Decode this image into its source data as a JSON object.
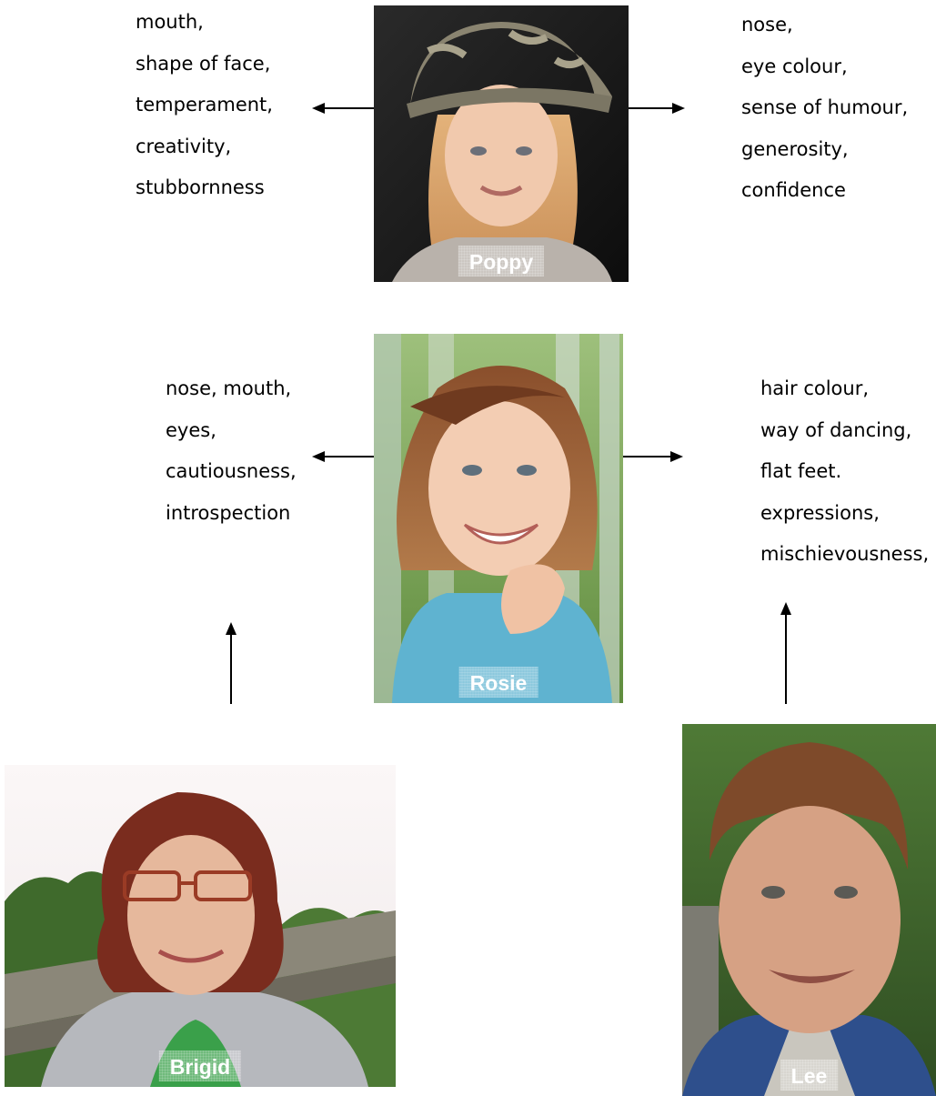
{
  "people": {
    "poppy": {
      "name": "Poppy"
    },
    "rosie": {
      "name": "Rosie"
    },
    "brigid": {
      "name": "Brigid"
    },
    "lee": {
      "name": "Lee"
    }
  },
  "traits": {
    "poppy_left": [
      "mouth,",
      "shape of face,",
      "temperament,",
      "creativity,",
      "stubbornness"
    ],
    "poppy_right": [
      "nose,",
      "eye colour,",
      "sense of humour,",
      "generosity,",
      "confidence"
    ],
    "rosie_left": [
      "nose, mouth,",
      "eyes,",
      "cautiousness,",
      "introspection"
    ],
    "rosie_right": [
      "hair colour,",
      "way of dancing,",
      "flat feet.",
      "expressions,",
      "mischievousness,"
    ]
  },
  "colors": {
    "label_text": "#ffffff",
    "arrow": "#000000"
  }
}
